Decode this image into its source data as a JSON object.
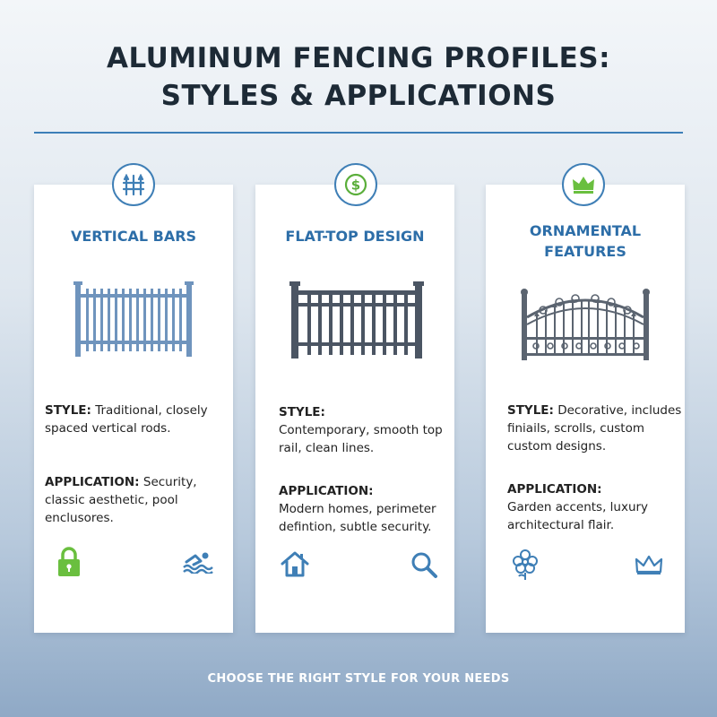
{
  "header": {
    "title_line1": "ALUMINUM FENCING PROFILES:",
    "title_line2": "STYLES & APPLICATIONS"
  },
  "cards": [
    {
      "badge_icon": "fence-icon",
      "title_lines": [
        "VERTICAL BARS"
      ],
      "style_label": "STYLE:",
      "style_text": "Traditional, closely spaced vertical rods.",
      "application_label": "APPLICATION:",
      "application_text": "Security, classic aesthetic, pool enclusores.",
      "footer_icons": [
        "lock-icon",
        "swimming-icon"
      ]
    },
    {
      "badge_icon": "dollar-icon",
      "title_lines": [
        "FLAT-TOP DESIGN"
      ],
      "style_label": "STYLE:",
      "style_text": "Contemporary, smooth top rail, clean lines.",
      "application_label": "APPLICATION:",
      "application_text": "Modern homes, perimeter defintion, subtle security.",
      "footer_icons": [
        "home-icon",
        "search-icon"
      ]
    },
    {
      "badge_icon": "crown-icon",
      "title_lines": [
        "ORNAMENTAL",
        "FEATURES"
      ],
      "style_label": "STYLE:",
      "style_text": "Decorative, includes finiails, scrolls, custom custom designs.",
      "application_label": "APPLICATION:",
      "application_text": "Garden accents, luxury architectural flair.",
      "footer_icons": [
        "flower-icon",
        "crown-icon"
      ]
    }
  ],
  "footer": {
    "text": "CHOOSE THE RIGHT STYLE FOR YOUR NEEDS"
  },
  "colors": {
    "accent_blue": "#2d6ea8",
    "fence_blue": "#6f94bd",
    "fence_dark": "#4b5563",
    "icon_green": "#6abf3f"
  }
}
